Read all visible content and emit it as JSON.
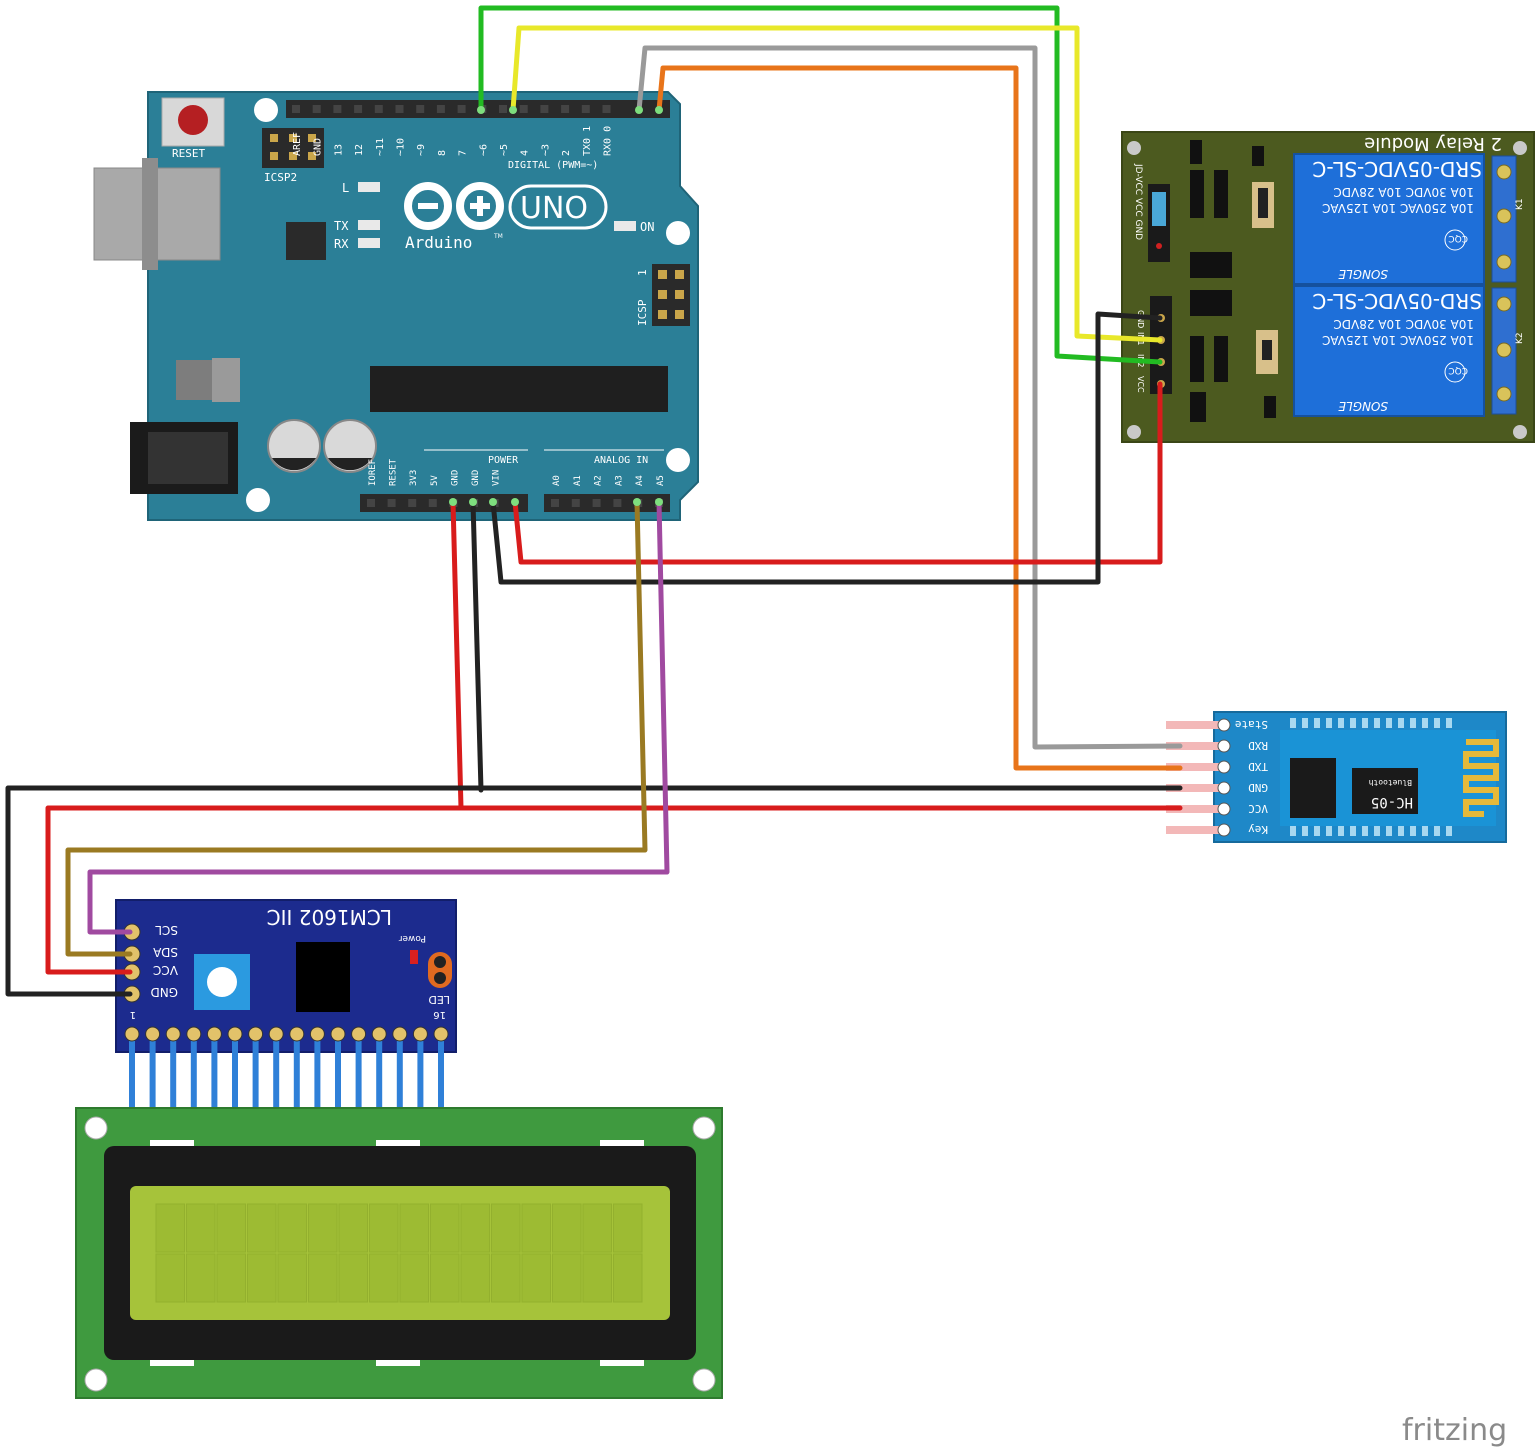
{
  "arduino": {
    "reset_label": "RESET",
    "icsp2_label": "ICSP2",
    "icsp_label": "ICSP",
    "icsp_pin1": "1",
    "logo_text": "Arduino",
    "logo_tm": "TM",
    "model": "UNO",
    "led_l": "L",
    "led_tx": "TX",
    "led_rx": "RX",
    "led_on": "ON",
    "digital_label": "DIGITAL (PWM=~)",
    "power_label": "POWER",
    "analog_label": "ANALOG IN",
    "digital_pins": [
      "AREF",
      "GND",
      "13",
      "12",
      "~11",
      "~10",
      "~9",
      "8",
      "7",
      "~6",
      "~5",
      "4",
      "~3",
      "2",
      "TX0 1",
      "RX0 0"
    ],
    "power_pins": [
      "IOREF",
      "RESET",
      "3V3",
      "5V",
      "GND",
      "GND",
      "VIN"
    ],
    "analog_pins": [
      "A0",
      "A1",
      "A2",
      "A3",
      "A4",
      "A5"
    ]
  },
  "relay": {
    "title": "2 Relay Module",
    "relay_model": "SRD-05VDC-SL-C",
    "spec_line1": "10A 250VAC  10A 125VAC",
    "spec_line2": "10A  30VDC  10A  28VDC",
    "brand": "SONGLE",
    "cqc": "CQC",
    "jd_label": "JD-VCC  VCC  GND",
    "in_pins": [
      "GND",
      "IN1",
      "IN2",
      "VCC"
    ],
    "k_labels": [
      "K1",
      "K2"
    ]
  },
  "bluetooth": {
    "model": "HC-05",
    "sub": "Bluetooth",
    "pins": [
      "State",
      "RXD",
      "TXD",
      "GND",
      "VCC",
      "Key"
    ]
  },
  "i2c": {
    "title": "LCM1602 IIC",
    "power_label": "Power",
    "led_label": "LED",
    "pins": [
      "SCL",
      "SDA",
      "VCC",
      "GND"
    ],
    "pin_first": "1",
    "pin_last": "16"
  },
  "watermark": "fritzing",
  "colors": {
    "arduino": "#2b7f97",
    "relay_board": "#4c5a1f",
    "relay_blue": "#1e6fd9",
    "bt_board": "#1e88c8",
    "i2c_board": "#1c2b8e",
    "lcd_board": "#3f9a3f",
    "lcd_screen": "#a6c33a",
    "wire_red": "#d81c1c",
    "wire_black": "#222222",
    "wire_green": "#22bb22",
    "wire_yellow": "#e8e82a",
    "wire_gray": "#9a9a9a",
    "wire_orange": "#e8741a",
    "wire_brown": "#9a7a22",
    "wire_purple": "#a04aa0"
  }
}
